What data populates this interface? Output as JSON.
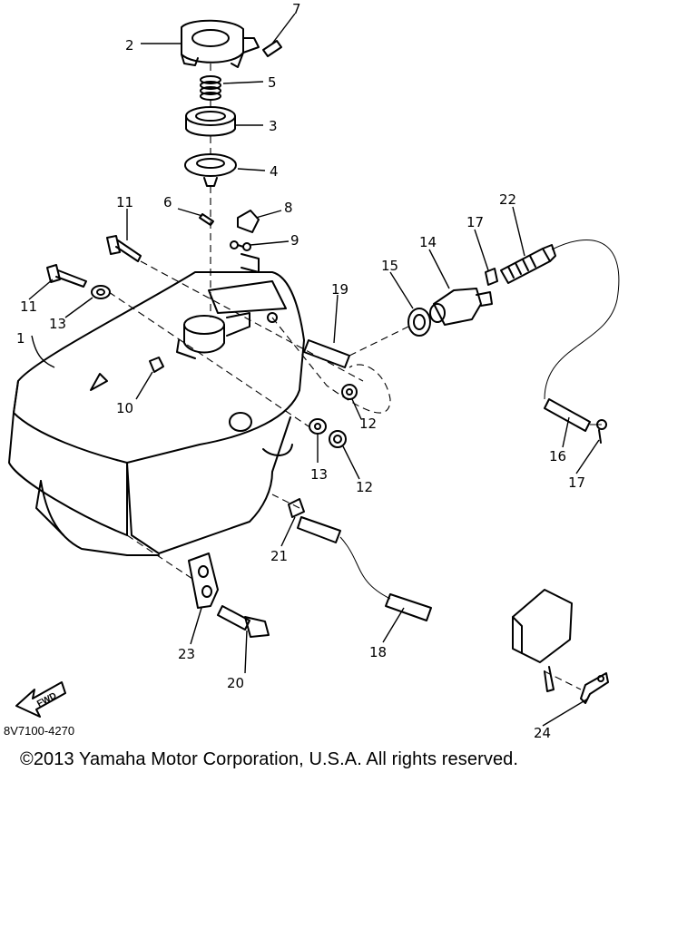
{
  "diagram": {
    "callouts": [
      "1",
      "2",
      "3",
      "4",
      "5",
      "6",
      "7",
      "8",
      "9",
      "10",
      "11",
      "11",
      "12",
      "12",
      "13",
      "13",
      "14",
      "15",
      "16",
      "17",
      "17",
      "18",
      "19",
      "20",
      "21",
      "22",
      "23",
      "24"
    ],
    "fwd_label": "FWD",
    "part_code": "8V7100-4270"
  },
  "footer": {
    "copyright": "©2013 Yamaha Motor Corporation, U.S.A. All rights reserved."
  }
}
